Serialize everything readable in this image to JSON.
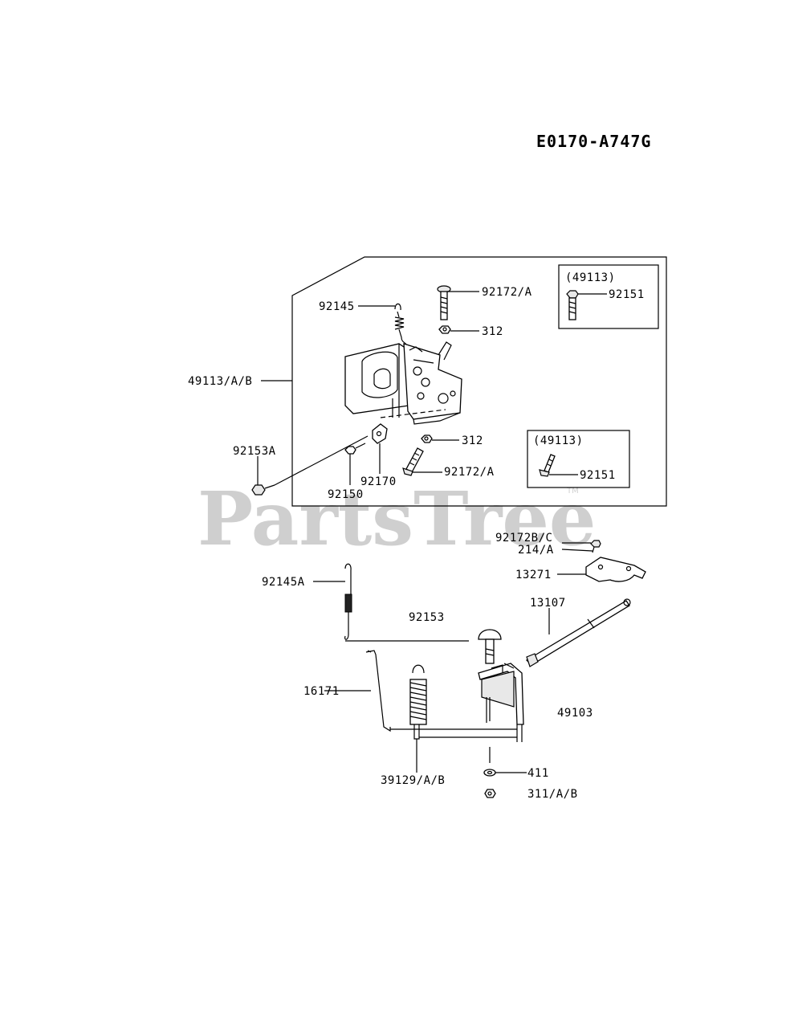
{
  "diagram_code": "E0170-A747G",
  "watermark": {
    "text": "PartsTree",
    "tm": "TM"
  },
  "labels": {
    "p49113_ab": "49113/A/B",
    "p92145": "92145",
    "p92172a_top": "92172/A",
    "p312_top": "312",
    "p49113_note_top": "(49113)",
    "p92151_top": "92151",
    "p92153a": "92153A",
    "p92150": "92150",
    "p92170": "92170",
    "p312_mid": "312",
    "p92172a_mid": "92172/A",
    "p49113_note_mid": "(49113)",
    "p92151_mid": "92151",
    "p92172bc": "92172B/C",
    "p214a": "214/A",
    "p13271": "13271",
    "p92145a": "92145A",
    "p13107": "13107",
    "p92153": "92153",
    "p16171": "16171",
    "p49103": "49103",
    "p411": "411",
    "p39129ab": "39129/A/B",
    "p311ab": "311/A/B"
  }
}
